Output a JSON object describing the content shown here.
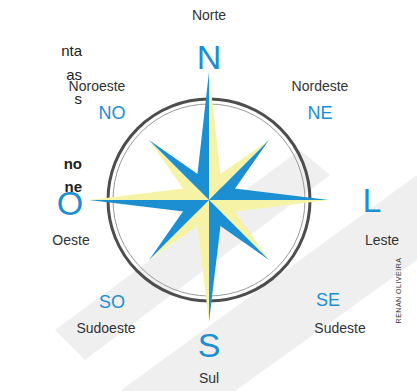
{
  "diagram": {
    "labels": [
      "Norte",
      "nta",
      "N",
      "as",
      "Noroeste",
      "Nordeste",
      "s",
      "NO",
      "NE",
      "no",
      "ne",
      "O",
      "L",
      "Oeste",
      "Leste",
      "RENAN OLIVEIRA",
      "SO",
      "SE",
      "Sudoeste",
      "Sudeste",
      "S",
      "Sul"
    ]
  }
}
